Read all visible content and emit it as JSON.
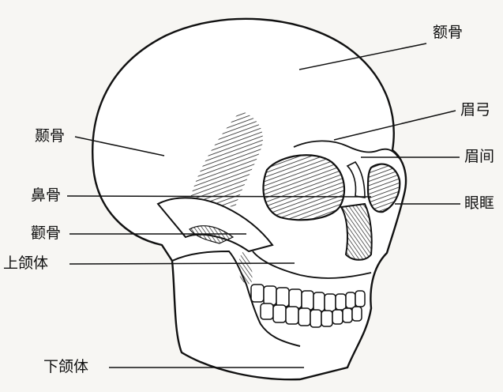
{
  "diagram": {
    "labels": {
      "frontal": "额骨",
      "brow_ridge": "眉弓",
      "glabella": "眉间",
      "temporal": "颞骨",
      "nasal": "鼻骨",
      "orbit": "眼眶",
      "zygomatic": "颧骨",
      "maxilla": "上颌体",
      "mandible": "下颌体"
    },
    "colors": {
      "ink": "#111111",
      "paper": "#f7f6f3"
    }
  }
}
